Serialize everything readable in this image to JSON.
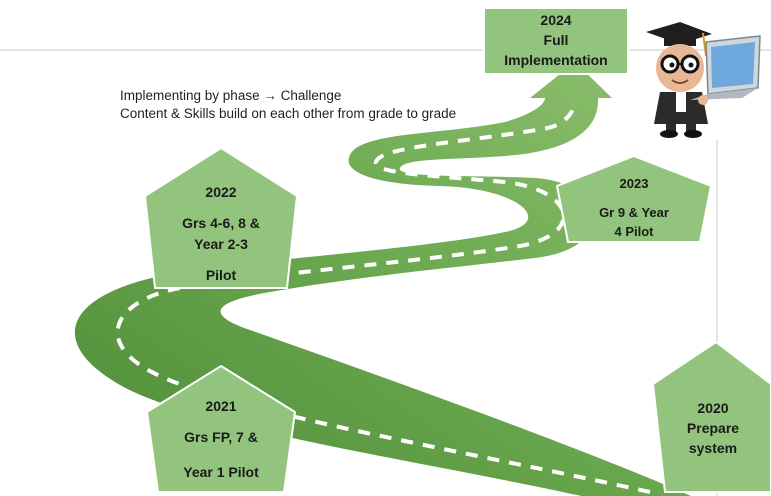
{
  "intro": {
    "line1": "Implementing by phase → Challenge",
    "line2": "Content & Skills build on each other from grade to grade"
  },
  "milestones": {
    "m2024": {
      "year": "2024",
      "line1": "Full",
      "line2": "Implementation"
    },
    "m2023": {
      "year": "2023",
      "line1": "Gr 9 & Year",
      "line2": "4 Pilot"
    },
    "m2022": {
      "year": "2022",
      "line1": "Grs 4-6, 8 &",
      "line2": "Year 2-3",
      "line3": "Pilot"
    },
    "m2021": {
      "year": "2021",
      "line1": "Grs FP, 7 &",
      "line2": "Year 1  Pilot"
    },
    "m2020": {
      "year": "2020",
      "line1": "Prepare",
      "line2": "system"
    }
  },
  "colors": {
    "road": "#6aa84f",
    "road_dark": "#4e8a36",
    "shape_fill": "#93c47d",
    "shape_stroke": "#ffffff",
    "dash": "#ffffff"
  },
  "icons": {
    "graduate": "graduate-with-laptop-icon"
  }
}
